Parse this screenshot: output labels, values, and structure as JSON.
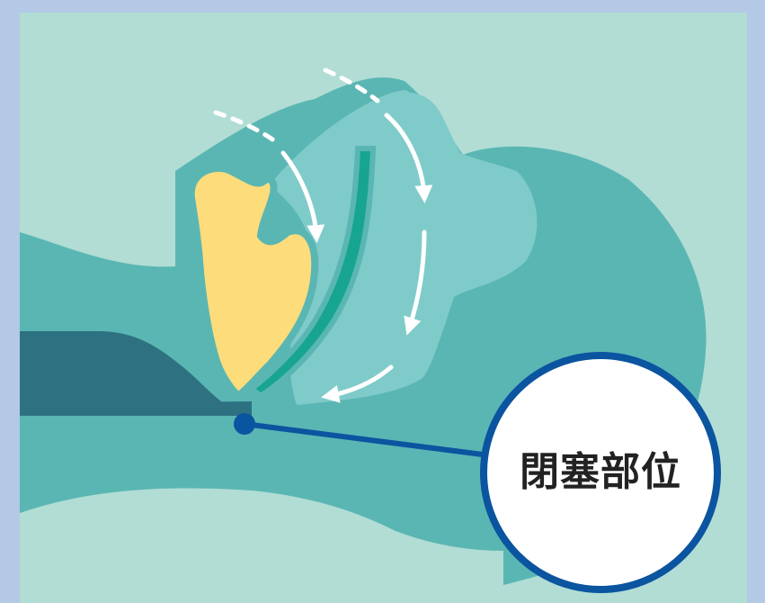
{
  "label": {
    "text": "閉塞部位"
  },
  "colors": {
    "outer_border": "#b3c9e6",
    "background": "#b1ddd4",
    "head": "#5ab6b3",
    "airway_light": "#7fcbca",
    "dark_tissue": "#2e7282",
    "tongue": "#fddc7c",
    "soft_palate": "#17a58f",
    "obstruction_marker": "#0b54a0",
    "callout_ring": "#0b54a0",
    "callout_fill": "#ffffff",
    "arrows": "#ffffff"
  },
  "icons": {
    "arrows": "curved-flow-arrow",
    "marker": "obstruction-point-dot"
  }
}
